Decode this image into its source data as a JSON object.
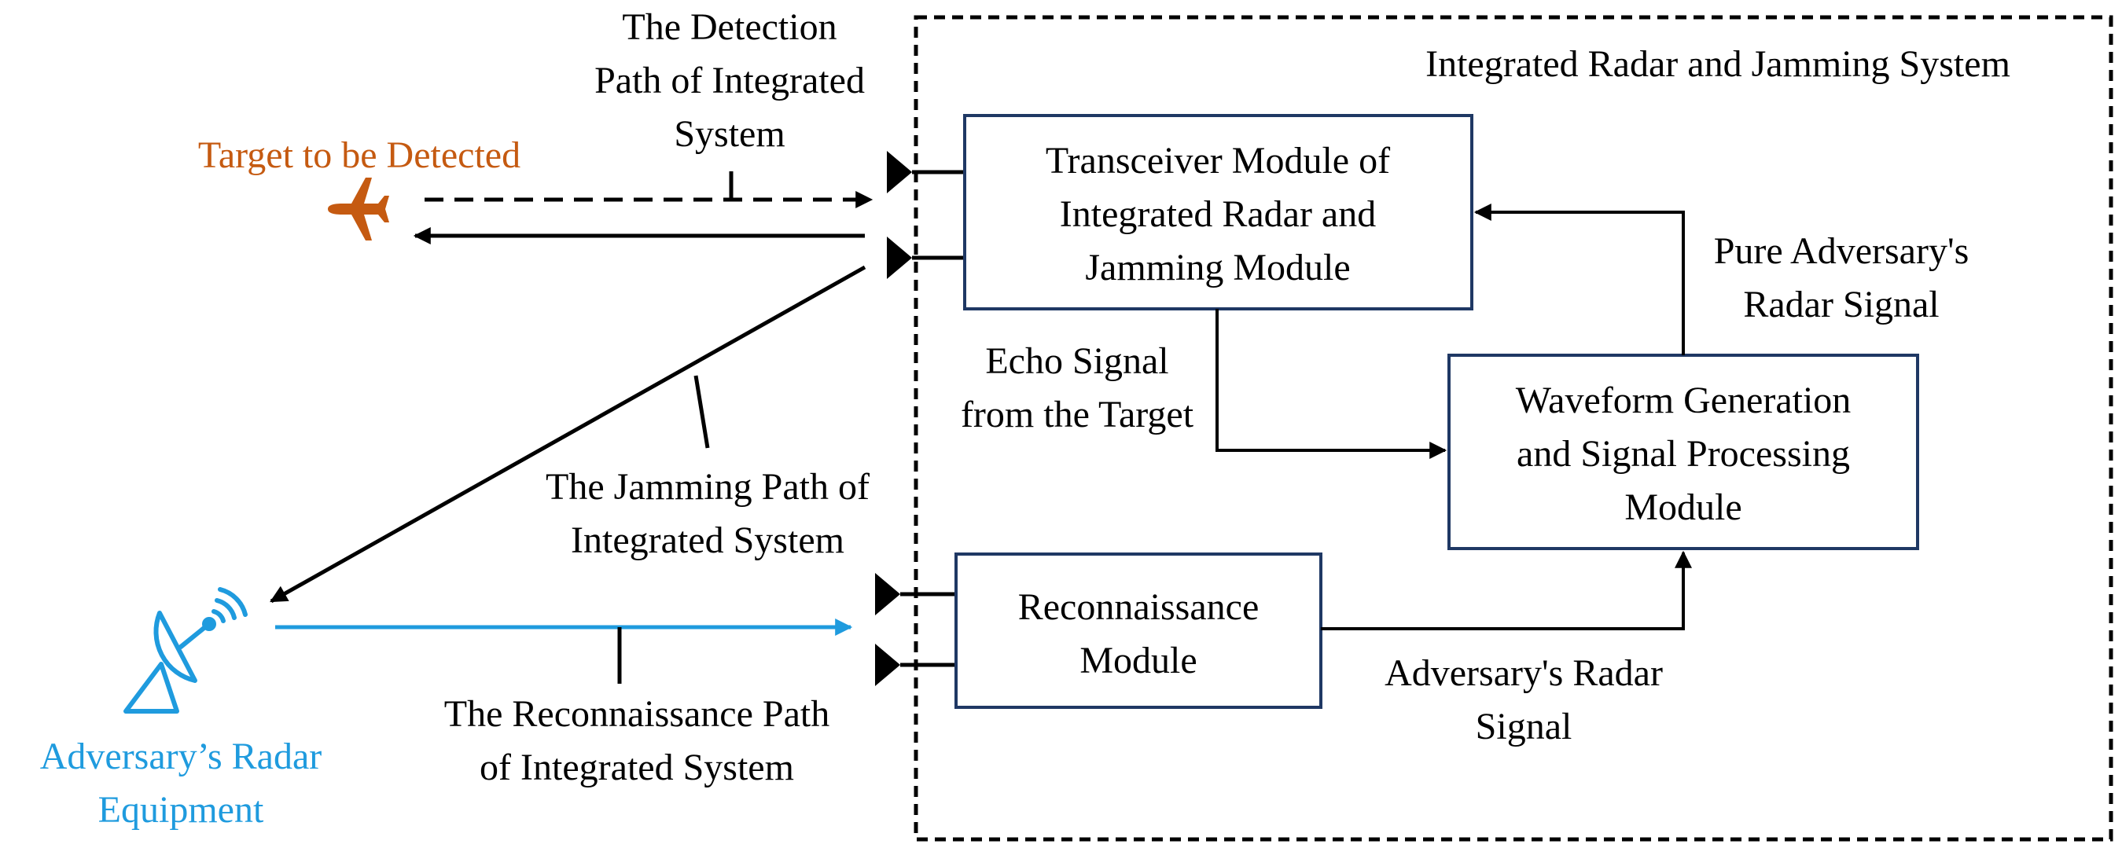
{
  "system_title": "Integrated Radar and Jamming System",
  "target": {
    "label": "Target to be Detected",
    "icon": "airplane-icon",
    "color": "#C55A11"
  },
  "radar": {
    "label_line1": "Adversary’s Radar",
    "label_line2": "Equipment",
    "icon": "radar-dish-icon",
    "color": "#1F9BDE"
  },
  "paths": {
    "detection": [
      "The Detection",
      "Path of Integrated",
      "System"
    ],
    "jamming": [
      "The Jamming Path of",
      "Integrated System"
    ],
    "reconnaissance": [
      "The Reconnaissance Path",
      "of Integrated System"
    ]
  },
  "modules": {
    "transceiver": [
      "Transceiver Module of",
      "Integrated Radar and",
      "Jamming Module"
    ],
    "waveform": [
      "Waveform Generation",
      "and Signal Processing",
      "Module"
    ],
    "reconnaissance": [
      "Reconnaissance",
      "Module"
    ]
  },
  "signals": {
    "echo": [
      "Echo Signal",
      "from the Target"
    ],
    "pure_adversary": [
      "Pure Adversary's",
      "Radar Signal"
    ],
    "adversary": [
      "Adversary's Radar",
      "Signal"
    ]
  },
  "colors": {
    "module_border": "#1F3864",
    "line": "#000000",
    "recon_path": "#1F9BDE"
  }
}
